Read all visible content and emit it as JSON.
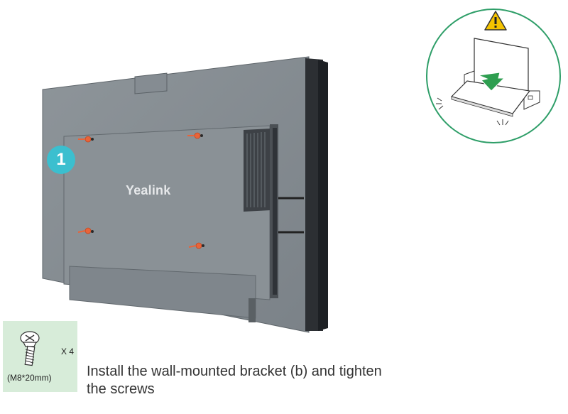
{
  "header": {
    "partial_heading": ""
  },
  "step": {
    "number": "1",
    "instruction": "Install the wall-mounted bracket (b) and tighten the screws"
  },
  "device": {
    "brand": "Yealink"
  },
  "screws": {
    "quantity": "X 4",
    "size": "(M8*20mm)"
  },
  "colors": {
    "accent_green": "#2e9e68",
    "badge_teal": "#3bbfcf",
    "screw_marker": "#e8643a",
    "warning_yellow": "#f5c400",
    "arrow_green": "#2e9e50",
    "screw_box_bg": "#d7ecd9"
  },
  "icons": {
    "warning": "warning-triangle-icon",
    "screw": "screw-icon"
  }
}
